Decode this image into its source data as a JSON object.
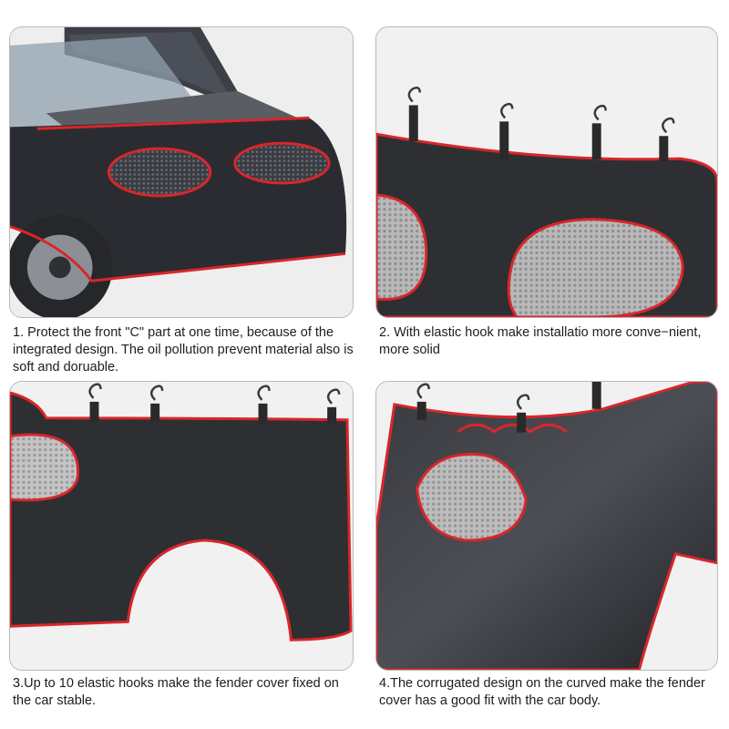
{
  "panels": [
    {
      "caption": "1. Protect the front \"C\" part at one time, because of the integrated design.  The oil pollution prevent material also is soft and doruable."
    },
    {
      "caption": "2. With elastic hook make installatio more conve−nient, more solid"
    },
    {
      "caption": "3.Up to 10 elastic hooks make the fender cover fixed on the car stable."
    },
    {
      "caption": "4.The corrugated design on the curved make the fender cover has a good fit with the car body."
    }
  ],
  "colors": {
    "cover": "#2e2f33",
    "trim": "#d9262b",
    "mesh": "#b8b8b8",
    "frame": "#b9b9b9"
  }
}
